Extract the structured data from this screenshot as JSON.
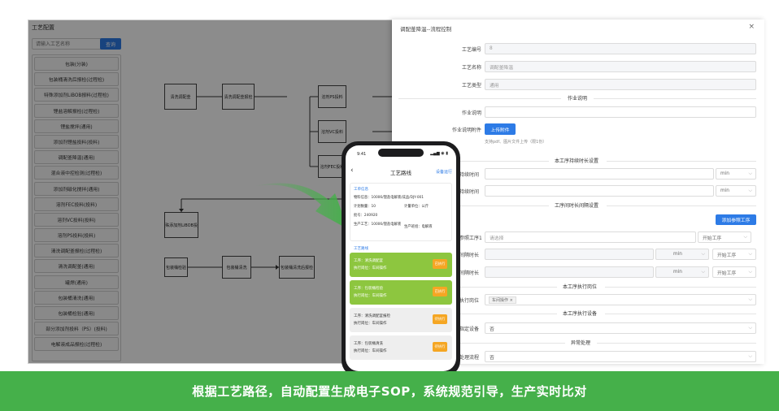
{
  "editor": {
    "title": "工艺配置",
    "search_placeholder": "请输入工艺名称",
    "search_button": "查询",
    "process_list": [
      "包装(分装)",
      "包装桶清洗后报检(过程检)",
      "特殊添加剂LiBOB报料(过程检)",
      "锂盐溶解报检(过程检)",
      "锂盐搅拌(通用)",
      "添加剂锂盐投料(投料)",
      "调配釜降温(通用)",
      "混合液中控检测(过程检)",
      "添加剂磁化搅拌(通用)",
      "溶剂FEC投料(投料)",
      "溶剂VC投料(投料)",
      "溶剂PS投料(投料)",
      "清洗调配釜报检(过程检)",
      "清洗调配釜(通用)",
      "罐焊(通用)",
      "包装桶清洗(通用)",
      "包装桶检验(通用)",
      "部分添加剂投料（PS）(投料)",
      "电解液成品报检(过程检)"
    ],
    "flow_nodes": {
      "n1": "清洗调配釜",
      "n2": "清洗调配釜报检",
      "n3": "溶剂PS投料",
      "n4": "溶剂VC投料",
      "n5": "溶剂FEC投料",
      "n6": "特殊添加剂LiBOB投料",
      "n7": "包装桶检验",
      "n8": "包装桶清洗",
      "n9": "包装桶清洗后报检"
    }
  },
  "dialog": {
    "title": "调配釜降温--流程控制",
    "close_icon": "×",
    "fields": {
      "code_label": "工艺编号",
      "code_value": "8",
      "name_label": "工艺名称",
      "name_value": "调配釜降温",
      "type_label": "工艺类型",
      "type_value": "通用"
    },
    "sections": {
      "work_instruction": "作业说明",
      "duration": "本工序持续时长设置",
      "interval": "工序间时长间隔设置",
      "post": "本工序执行岗位",
      "device": "本工序执行设备",
      "exception": "异常处理"
    },
    "instruction_label": "作业说明",
    "attachment_label": "作业说明附件",
    "upload_button": "上传附件",
    "upload_hint": "支持pdf、图片文件上传（限1份）",
    "duration_rows": [
      {
        "label": "持续时间",
        "unit": "min"
      },
      {
        "label": "持续时间",
        "unit": "min"
      }
    ],
    "add_ref_button": "添加参照工序",
    "ref_label": "参照工序1",
    "ref_placeholder": "请选择",
    "ref_start": "开始工序",
    "interval_rows": [
      {
        "label": "间隔时长",
        "unit": "min",
        "ref": "开始工序"
      },
      {
        "label": "间隔时长",
        "unit": "min",
        "ref": "开始工序"
      }
    ],
    "post_label": "执行岗位",
    "post_tag": "车间操作",
    "post_tag_close": "×",
    "device_label": "指定设备",
    "device_value": "否",
    "exception_label": "处理流程",
    "exception_value": "否"
  },
  "phone": {
    "time": "9:41",
    "status": "▂▄▆ ◉ ▮",
    "title": "工艺路线",
    "back_icon": "‹",
    "action": "设备运行",
    "info": {
      "heading": "工单信息",
      "material": "物料信息：10006/锂盐电解液/成品/DJY-001",
      "qty": "计划数量：10",
      "unit": "计量单位：公斤",
      "batch": "批号：240920",
      "craft": "生产工艺：10006/锂盐电解液",
      "line": "生产班组：电解液"
    },
    "route_heading": "工艺路线",
    "steps": [
      {
        "name": "工序：清洗调配釜",
        "post": "执行岗位：车间操作",
        "button": "已执行",
        "done": true
      },
      {
        "name": "工序：包装桶检验",
        "post": "执行岗位：车间操作",
        "button": "已执行",
        "done": true
      },
      {
        "name": "工序：清洗调配釜报检",
        "post": "执行岗位：车间操作",
        "button": "待执行",
        "done": false
      },
      {
        "name": "工序：包装桶清洗",
        "post": "执行岗位：车间操作",
        "button": "待执行",
        "done": false
      }
    ]
  },
  "banner": {
    "text": "根据工艺路径，自动配置生成电子SOP，系统规范引导，生产实时比对"
  },
  "colors": {
    "primary_blue": "#2d7be6",
    "banner_green": "#45b04a",
    "step_done_green": "#8dc63f",
    "step_button_orange": "#f5a623"
  }
}
